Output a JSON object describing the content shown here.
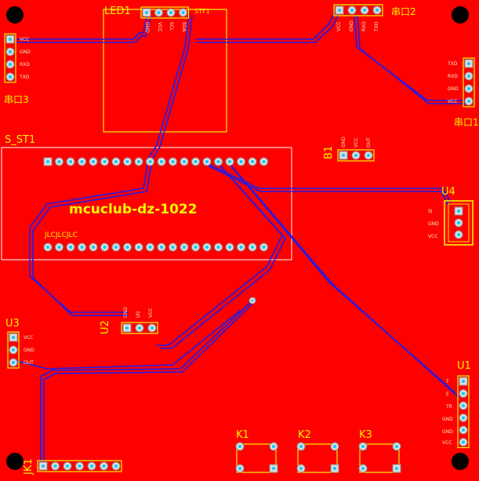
{
  "designators": {
    "led1": "LED1",
    "stf1": "STF1",
    "serial2": "串口2",
    "serial3": "串口3",
    "serial1": "串口1",
    "s_st1": "S_ST1",
    "b1": "B1",
    "u4": "U4",
    "u3": "U3",
    "u2": "U2",
    "u1": "U1",
    "jk1": "JK1",
    "k1": "K1",
    "k2": "K2",
    "k3": "K3"
  },
  "board_text": {
    "model": "mcuclub-dz-1022",
    "jlc": "JLCJLCJLC"
  },
  "pin_labels": {
    "serial3": [
      "VCC",
      "GND",
      "RXD",
      "TXD"
    ],
    "serial1": [
      "TXD",
      "RXD",
      "GND",
      "VCC"
    ],
    "u3": [
      "VCC",
      "GND",
      "OUT"
    ],
    "u4": [
      "SI",
      "GND",
      "VCC"
    ],
    "u1": [
      "T",
      "E",
      "TR",
      "GND",
      "GND",
      "VCC"
    ],
    "u2": [
      "GND",
      "I/O",
      "VCC"
    ],
    "led1": [
      "GND",
      "VCC",
      "SCL",
      "SDA"
    ],
    "serial2": [
      "VCC",
      "GND",
      "RXD",
      "TXD"
    ],
    "b1": [
      "GND",
      "VCC",
      "OUT"
    ]
  },
  "colors": {
    "board": "#fe0000",
    "silk": "#f5f500",
    "track": "#1d1ded",
    "pad": "#00ccff",
    "outline": "#ffffff"
  }
}
